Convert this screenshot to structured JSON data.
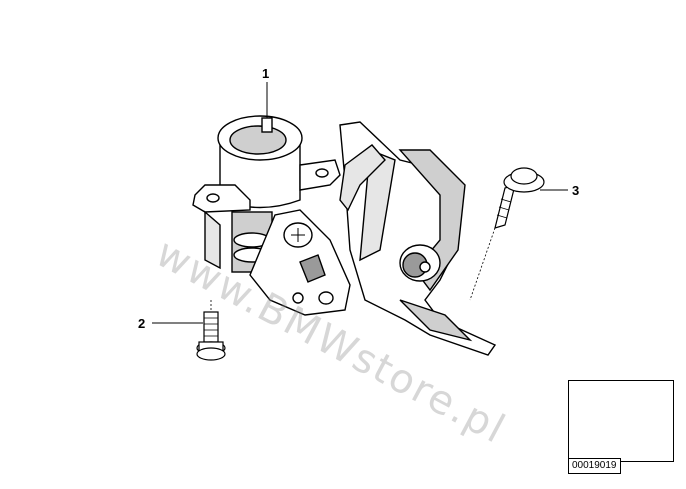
{
  "callouts": [
    {
      "id": "1",
      "label": "1"
    },
    {
      "id": "2",
      "label": "2"
    },
    {
      "id": "3",
      "label": "3"
    }
  ],
  "thumbnail": {
    "code": "00019019"
  },
  "watermark": {
    "text": "www.BMWstore.pl"
  },
  "colors": {
    "line": "#000000",
    "part_fill": "#ffffff",
    "shade": "#cfcfcf",
    "dark": "#9a9a9a",
    "highlight": "#000000"
  }
}
